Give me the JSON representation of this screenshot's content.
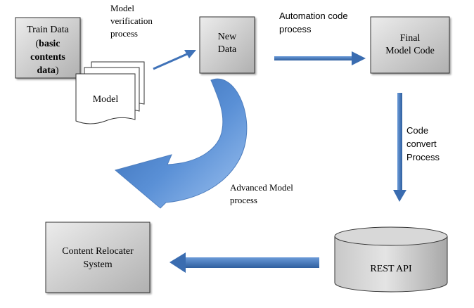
{
  "colors": {
    "box_fill_light": "#e6e6e6",
    "box_fill_dark": "#b4b4b4",
    "box_stroke": "#333333",
    "arrow_blue": "#4a7ec4",
    "arrow_blue_dark": "#2e5c9a",
    "arrow_blue_light": "#9cc0ee"
  },
  "nodes": {
    "train_data": {
      "line1": "Train Data",
      "line2_prefix": "(",
      "line2_bold": "basic",
      "line3": "contents",
      "line4_bold": "data",
      "line4_suffix": ")"
    },
    "model": {
      "label": "Model"
    },
    "new_data": {
      "line1": "New",
      "line2": "Data"
    },
    "final_model_code": {
      "line1": "Final",
      "line2": "Model Code"
    },
    "rest_api": {
      "label": "REST API"
    },
    "content_relocater": {
      "line1": "Content Relocater",
      "line2": "System"
    }
  },
  "edges": {
    "model_verification": {
      "line1": "Model",
      "line2": "verification",
      "line3": "process"
    },
    "automation_code": {
      "line1": "Automation code",
      "line2": "process"
    },
    "code_convert": {
      "line1": "Code",
      "line2": "convert",
      "line3": "Process"
    },
    "advanced_model": {
      "line1": "Advanced Model",
      "line2": "process"
    }
  }
}
